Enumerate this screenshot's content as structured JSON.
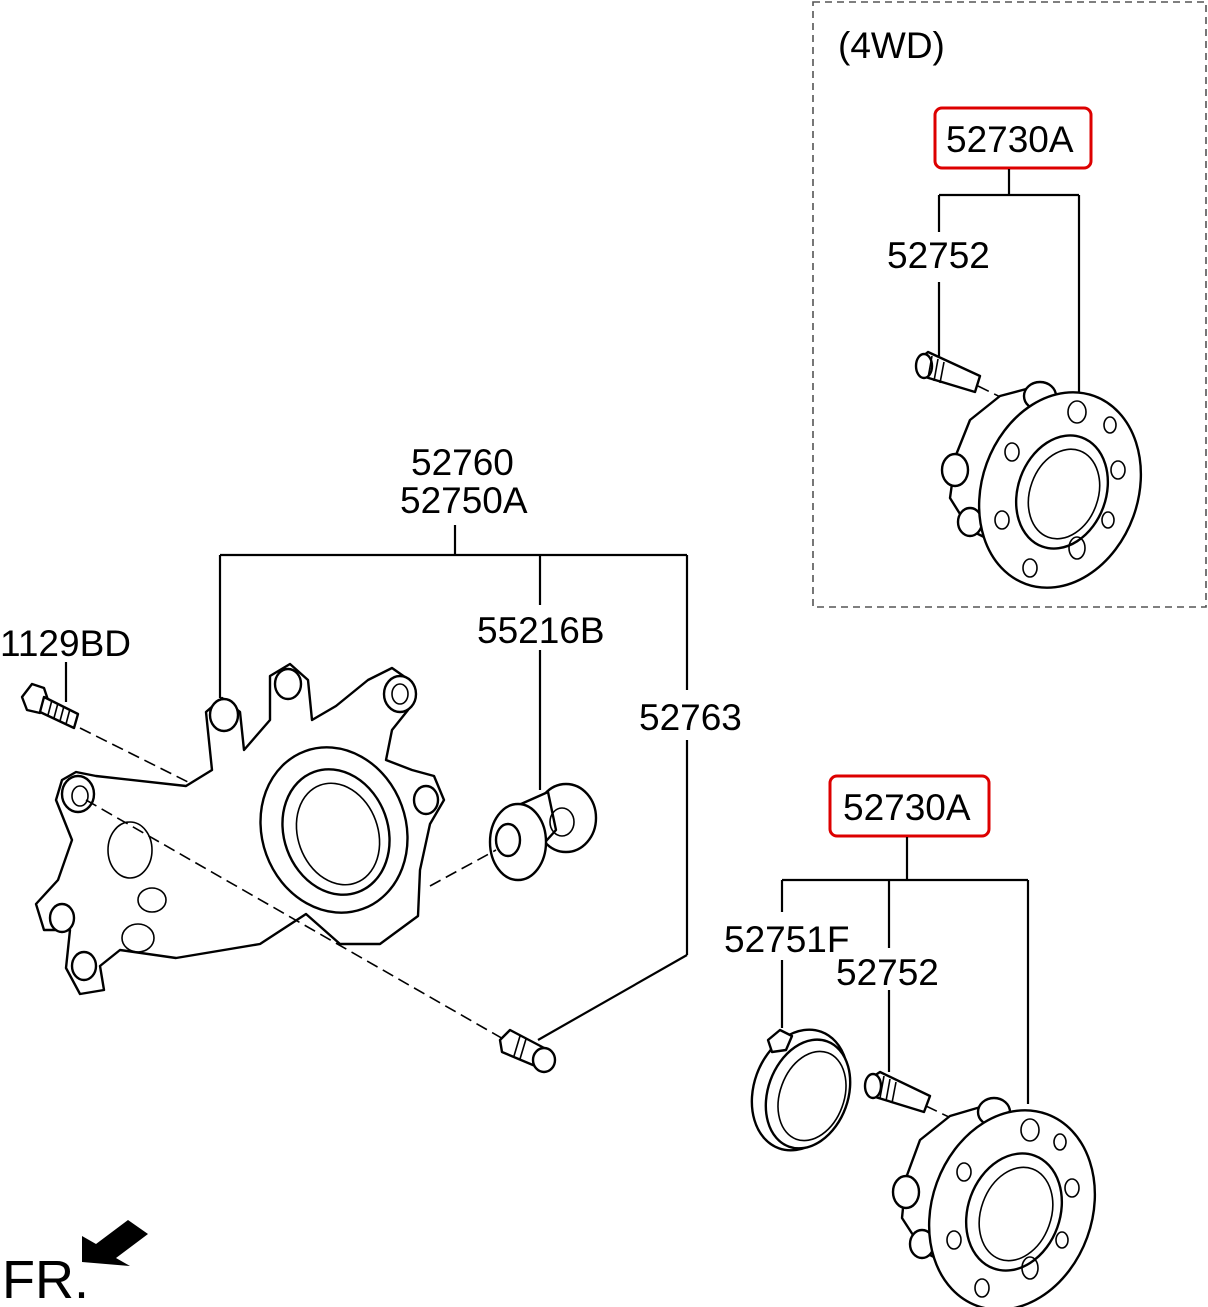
{
  "diagram": {
    "variant_label": "(4WD)",
    "labels": {
      "knuckle_a": "52760",
      "knuckle_b": "52750A",
      "bolt": "1129BD",
      "bushing": "55216B",
      "stud_knuckle": "52763",
      "hub_4wd": "52730A",
      "stud_4wd": "52752",
      "hub_2wd": "52730A",
      "cap_2wd": "52751F",
      "stud_2wd": "52752"
    },
    "direction_label": "FR.",
    "highlight_color": "#dd0000"
  }
}
